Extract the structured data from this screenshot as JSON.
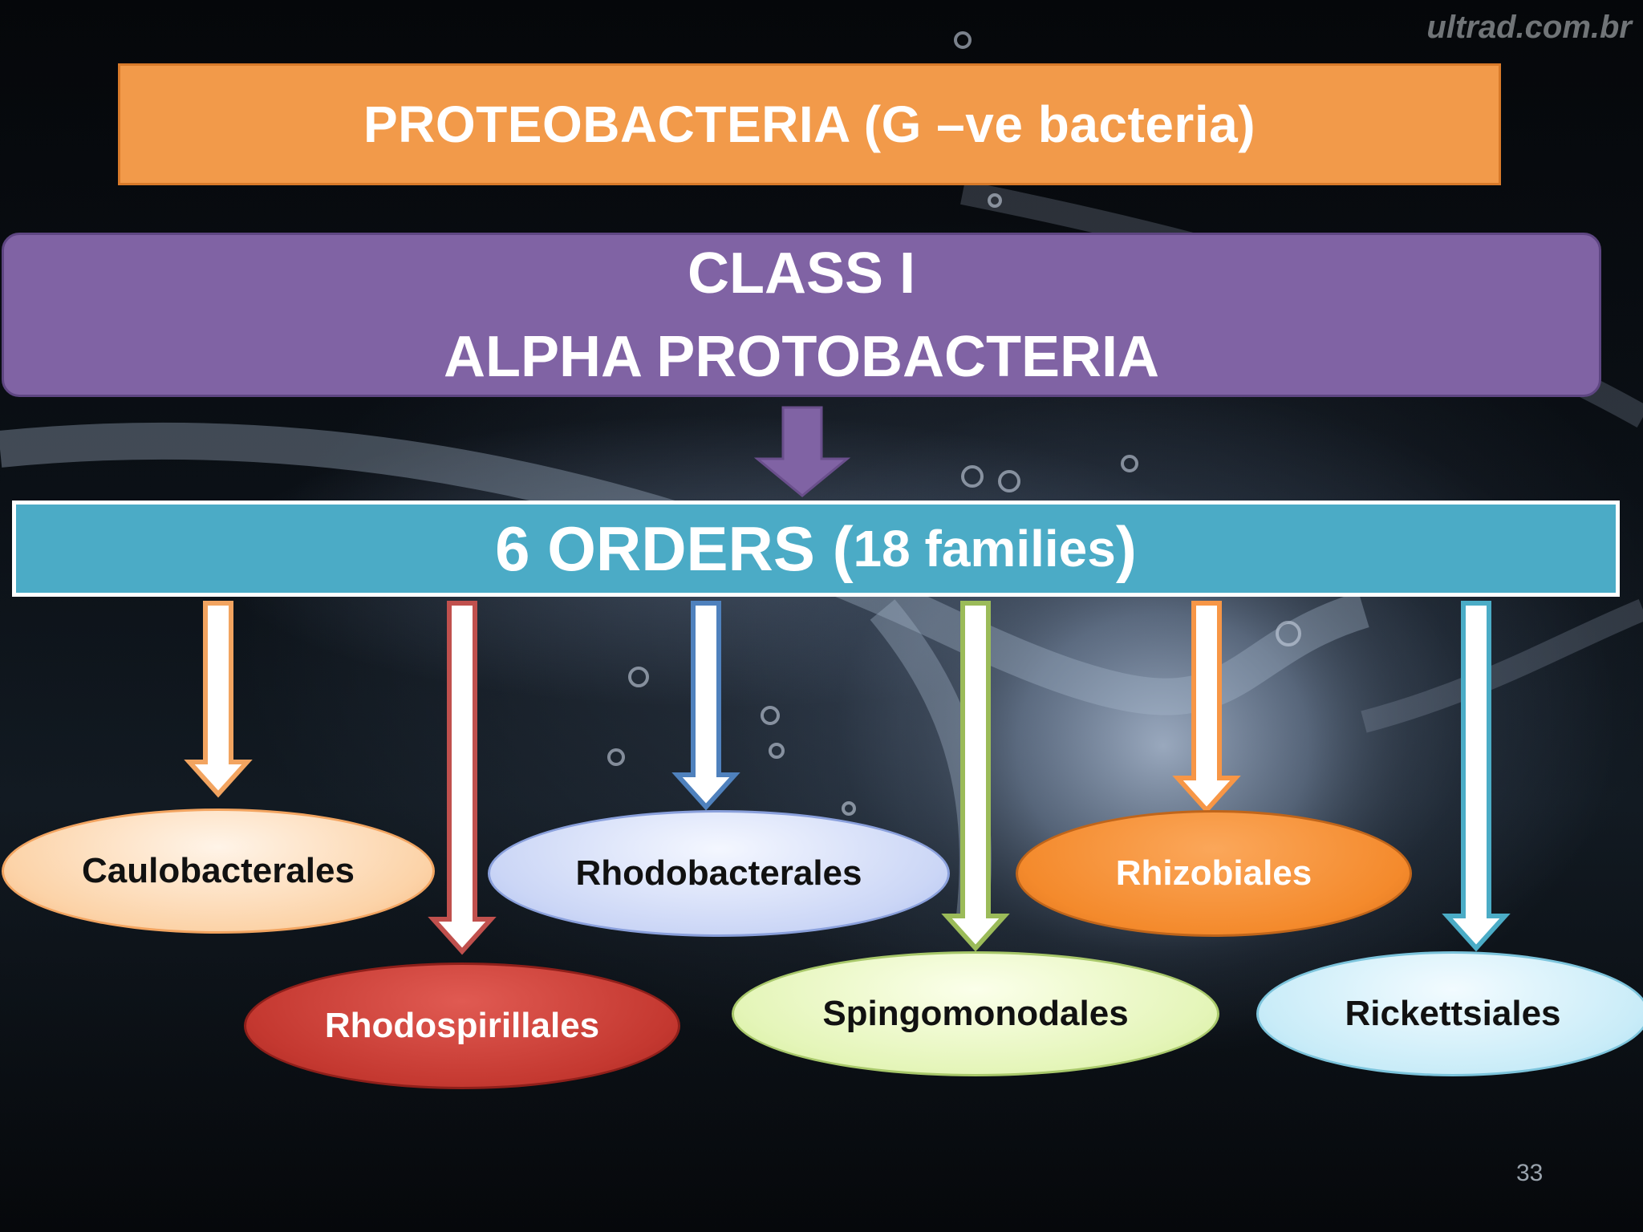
{
  "watermark": "ultrad.com.br",
  "title": "PROTEOBACTERIA (G –ve bacteria)",
  "class_box": {
    "line1": "CLASS I",
    "line2": "ALPHA PROTOBACTERIA"
  },
  "orders_box": {
    "main": "6 ORDERS (",
    "sub": "18 families",
    "close": ")"
  },
  "orders": [
    {
      "name": "Caulobacterales",
      "color": "#f2a460"
    },
    {
      "name": "Rhodospirillales",
      "color": "#c0504d"
    },
    {
      "name": "Rhodobacterales",
      "color": "#4f81bd"
    },
    {
      "name": "Spingomonodales",
      "color": "#9bbb59"
    },
    {
      "name": "Rhizobiales",
      "color": "#f79646"
    },
    {
      "name": "Rickettsiales",
      "color": "#4bacc6"
    }
  ],
  "colors": {
    "title_bg": "#f29a4a",
    "class_bg": "#8063a4",
    "orders_bg": "#4babc6"
  },
  "page_number": "33"
}
